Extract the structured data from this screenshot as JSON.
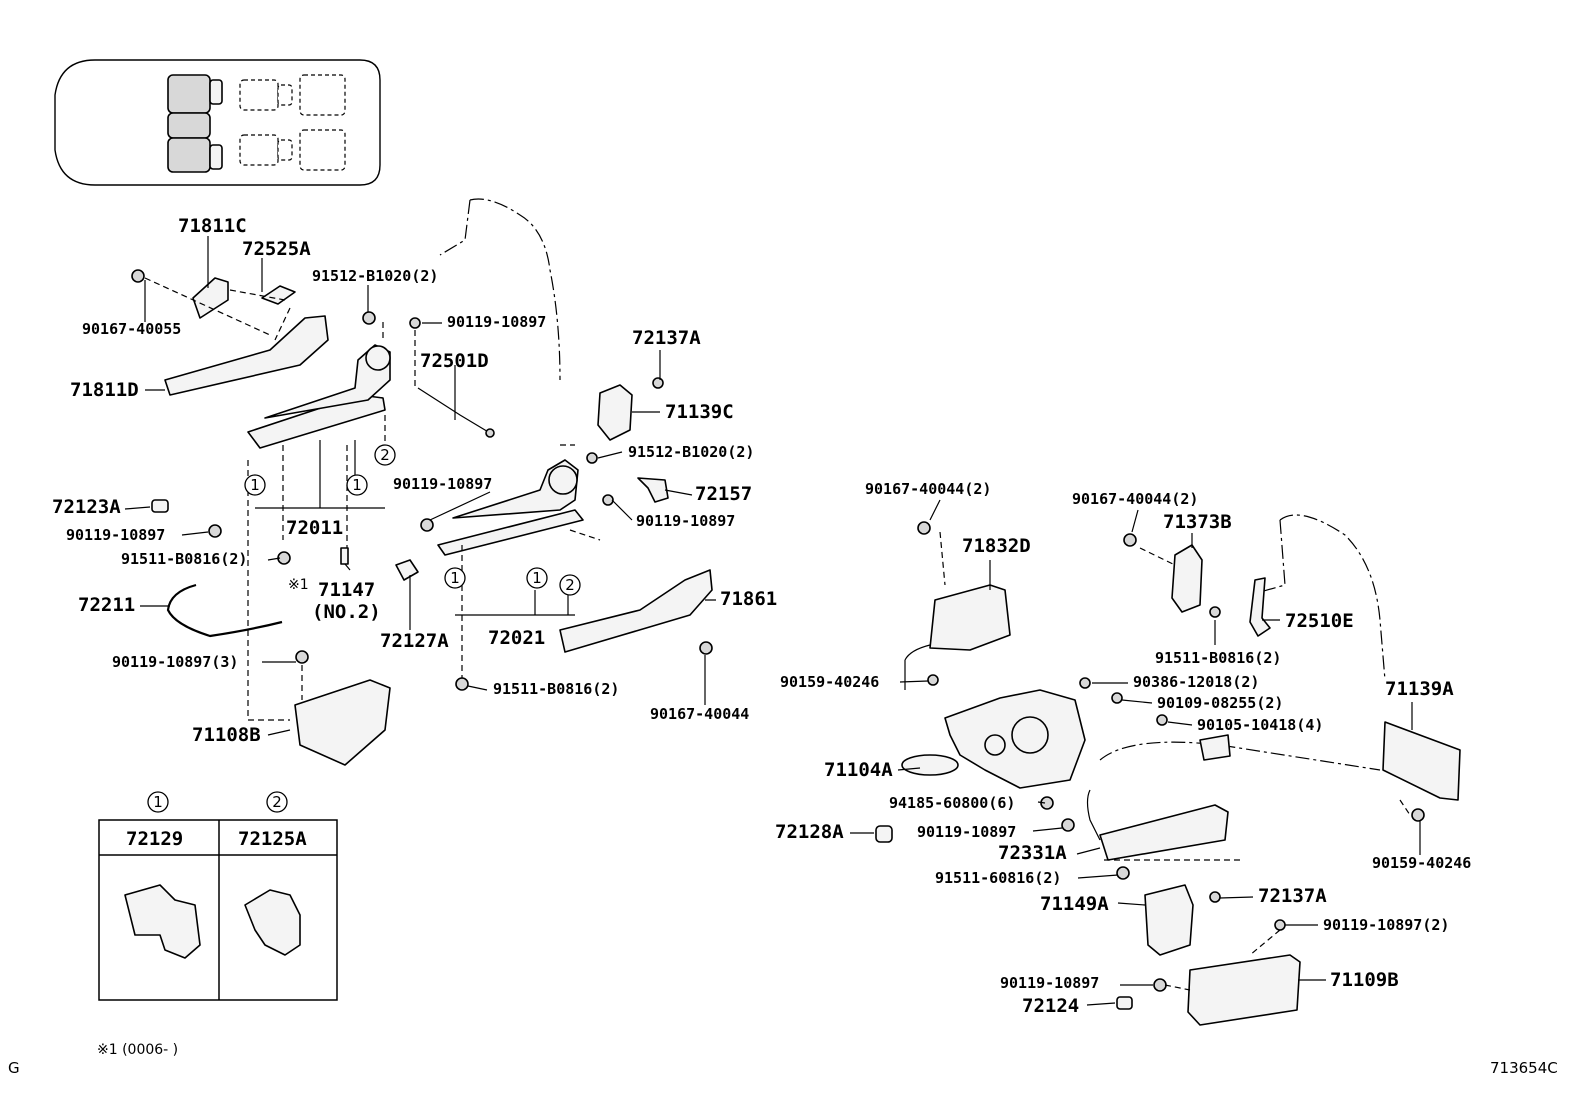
{
  "diagram": {
    "labels": {
      "p71811C": "71811C",
      "p72525A": "72525A",
      "p91512_B1020_top": "91512-B1020(2)",
      "p90167_40055": "90167-40055",
      "p90119_10897_top": "90119-10897",
      "p72501D": "72501D",
      "p71811D": "71811D",
      "p72137A_top": "72137A",
      "p71139C": "71139C",
      "p91512_B1020_mid": "91512-B1020(2)",
      "p72157": "72157",
      "p90119_10897_mid": "90119-10897",
      "p90119_10897_right": "90119-10897",
      "p72123A": "72123A",
      "p90119_10897_left": "90119-10897",
      "p72011": "72011",
      "p91511_B0816_left": "91511-B0816(2)",
      "p71147": "71147",
      "p71147_no2": "(NO.2)",
      "p72211": "72211",
      "p72127A": "72127A",
      "p72021": "72021",
      "p71861": "71861",
      "p90119_10897_3": "90119-10897(3)",
      "p91511_B0816_mid": "91511-B0816(2)",
      "p90167_40044_mid": "90167-40044",
      "p71108B": "71108B",
      "p90167_40044_r1": "90167-40044(2)",
      "p90167_40044_r2": "90167-40044(2)",
      "p71373B": "71373B",
      "p71832D": "71832D",
      "p72510E": "72510E",
      "p91511_B0816_right": "91511-B0816(2)",
      "p90159_40246_a": "90159-40246",
      "p90386_12018": "90386-12018(2)",
      "p90109_08255": "90109-08255(2)",
      "p90105_10418": "90105-10418(4)",
      "p71139A": "71139A",
      "p71104A": "71104A",
      "p94185_60800": "94185-60800(6)",
      "p72128A": "72128A",
      "p90119_10897_r3": "90119-10897",
      "p72331A": "72331A",
      "p91511_60816": "91511-60816(2)",
      "p90159_40246_b": "90159-40246",
      "p72137A_bot": "72137A",
      "p71149A": "71149A",
      "p90119_10897_r4": "90119-10897(2)",
      "p90119_10897_r5": "90119-10897",
      "p71109B": "71109B",
      "p72124": "72124"
    },
    "callouts": {
      "c1": "1",
      "c2": "2"
    },
    "note_mark": "※1",
    "legend": {
      "col1_num": "1",
      "col1_part": "72129",
      "col2_num": "2",
      "col2_part": "72125A"
    },
    "footnote": "※1  (0006-      )",
    "corner_left": "G",
    "corner_right": "713654C"
  },
  "colors": {
    "ink": "#000000",
    "paper": "#ffffff"
  }
}
